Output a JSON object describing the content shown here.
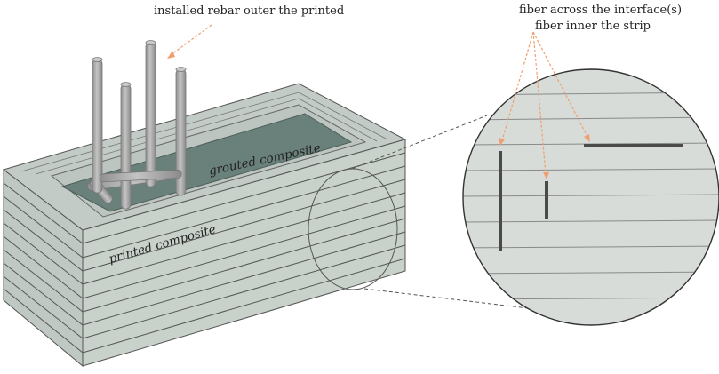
{
  "labels": {
    "rebar": "installed rebar outer the printed",
    "fiber_across": "fiber across the interface(s)",
    "fiber_inner": "fiber inner the strip",
    "grouted": "grouted composite",
    "printed": "printed composite"
  },
  "colors": {
    "block_front": "#c9d1cb",
    "block_side": "#bcc5bf",
    "block_top": "#c2cbc5",
    "grout": "#6a807b",
    "rebar": "#a9a9a9",
    "fiber": "#4a4a4a",
    "callout": "#f0a070",
    "zoom_fill": "#d7dcd8"
  }
}
